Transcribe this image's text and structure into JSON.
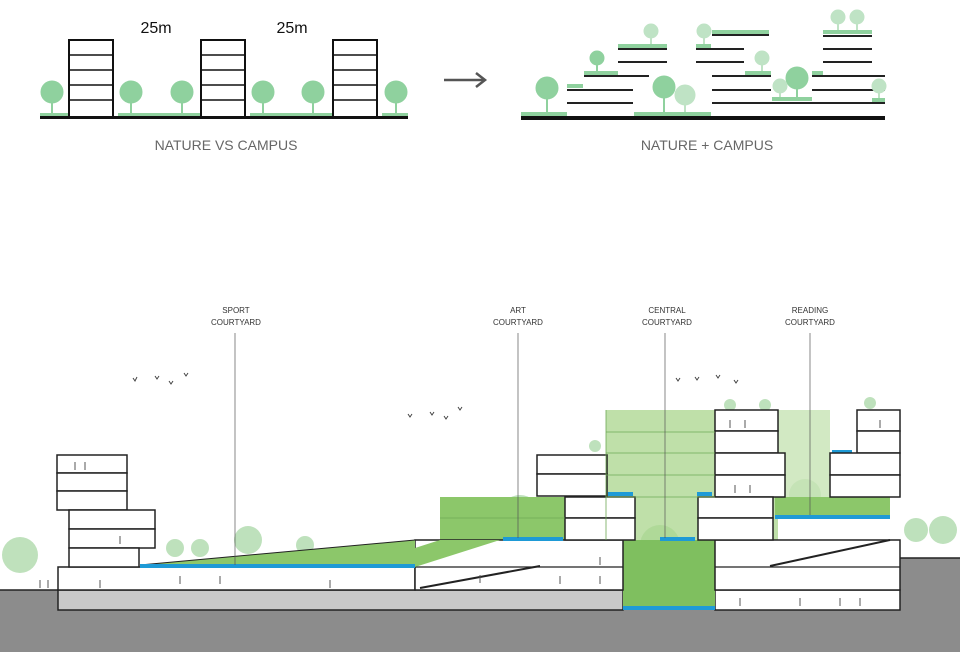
{
  "top_left": {
    "dimension_labels": [
      "25m",
      "25m"
    ],
    "caption": "NATURE VS CAMPUS"
  },
  "arrow": {
    "icon": "arrow-right-icon"
  },
  "top_right": {
    "caption": "NATURE + CAMPUS"
  },
  "section": {
    "courtyards": [
      {
        "line1": "SPORT",
        "line2": "COURTYARD"
      },
      {
        "line1": "ART",
        "line2": "COURTYARD"
      },
      {
        "line1": "CENTRAL",
        "line2": "COURTYARD"
      },
      {
        "line1": "READING",
        "line2": "COURTYARD"
      }
    ]
  },
  "colors": {
    "green": "#8fd19e",
    "light_green": "#bfe3c5",
    "water": "#1e9ad6",
    "ground": "#8c8c8c"
  }
}
